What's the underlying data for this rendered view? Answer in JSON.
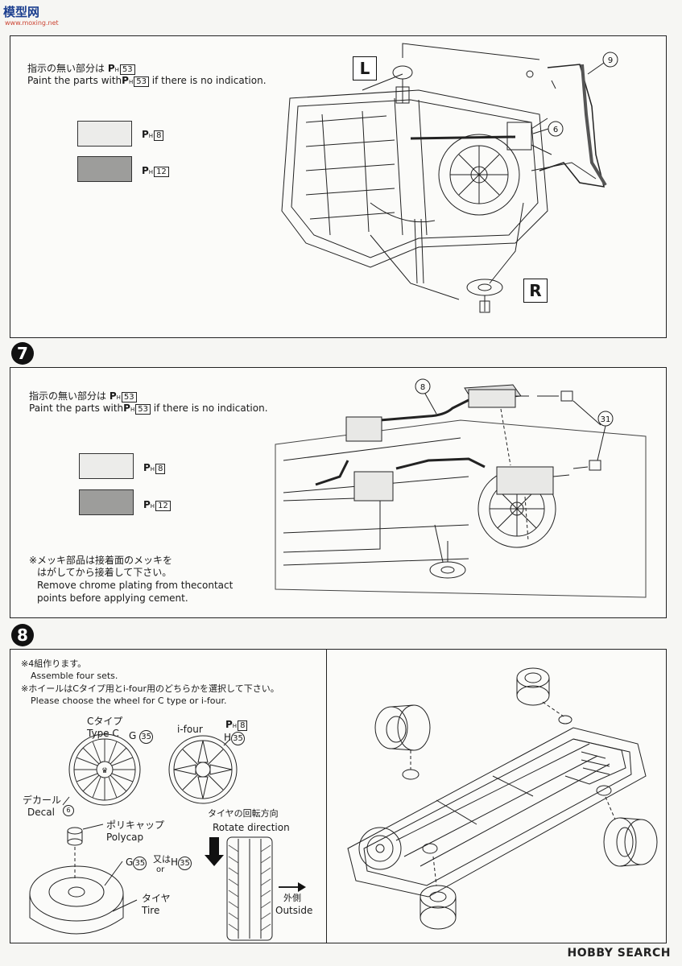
{
  "watermark": {
    "logo_text": "模型网",
    "logo_sub": "www.moxing.net"
  },
  "footer": {
    "brand": "HOBBY SEARCH"
  },
  "step6": {
    "paint_note_jp": "指示の無い部分は",
    "paint_note_en": "Paint the parts with",
    "paint_note_en_end": "if there is no indication.",
    "paint_code": "53",
    "swatches": [
      {
        "code": "8",
        "color": "#ececea"
      },
      {
        "code": "12",
        "color": "#9d9d9b"
      }
    ],
    "label_left": "L",
    "label_right": "R",
    "parts": [
      "9",
      "6"
    ]
  },
  "step7": {
    "number": "7",
    "paint_note_jp": "指示の無い部分は",
    "paint_note_en": "Paint the parts with",
    "paint_note_en_end": "if there is no indication.",
    "paint_code": "53",
    "swatches": [
      {
        "code": "8",
        "color": "#ececea"
      },
      {
        "code": "12",
        "color": "#9d9d9b"
      }
    ],
    "chrome_note_jp_1": "※メッキ部品は接着面のメッキを",
    "chrome_note_jp_2": "はがしてから接着して下さい。",
    "chrome_note_en_1": "Remove chrome plating from thecontact",
    "chrome_note_en_2": "points before applying cement.",
    "parts": [
      "8",
      "31"
    ]
  },
  "step8": {
    "number": "8",
    "note1_jp": "※4組作ります。",
    "note1_en": "Assemble four sets.",
    "note2_jp": "※ホイールはCタイプ用とi-four用のどちらかを選択して下さい。",
    "note2_en": "Please choose the wheel for C type or i-four.",
    "type_c_jp": "Cタイプ",
    "type_c_en": "Type C",
    "type_c_part_prefix": "G",
    "i_four": "i-four",
    "i_four_paint": "8",
    "i_four_part_prefix": "H",
    "wheel_part": "35",
    "decal_jp": "デカール",
    "decal_en": "Decal",
    "decal_no": "6",
    "polycap_jp": "ポリキャップ",
    "polycap_en": "Polycap",
    "or_jp": "又は",
    "or_en": "or",
    "tire_jp": "タイヤ",
    "tire_en": "Tire",
    "rotate_jp": "タイヤの回転方向",
    "rotate_en": "Rotate direction",
    "outside_jp": "外側",
    "outside_en": "Outside"
  }
}
